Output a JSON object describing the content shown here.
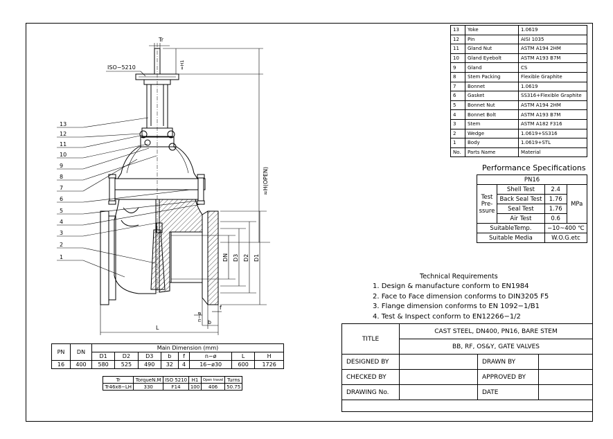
{
  "parts_table": {
    "rows": [
      {
        "no": "13",
        "name": "Yoke",
        "material": "1.0619"
      },
      {
        "no": "12",
        "name": "Pin",
        "material": "AISI 1035"
      },
      {
        "no": "11",
        "name": "Gland Nut",
        "material": "ASTM A194 2HM"
      },
      {
        "no": "10",
        "name": "Gland Eyebolt",
        "material": "ASTM A193 B7M"
      },
      {
        "no": "9",
        "name": "Gland",
        "material": "CS"
      },
      {
        "no": "8",
        "name": "Stem Packing",
        "material": "Flexible Graphite"
      },
      {
        "no": "7",
        "name": "Bonnet",
        "material": "1.0619"
      },
      {
        "no": "6",
        "name": "Gasket",
        "material": "SS316+Flexible Graphite"
      },
      {
        "no": "5",
        "name": "Bonnet Nut",
        "material": "ASTM A194 2HM"
      },
      {
        "no": "4",
        "name": "Bonnet Bolt",
        "material": "ASTM A193 B7M"
      },
      {
        "no": "3",
        "name": "Stem",
        "material": "ASTM A182 F316"
      },
      {
        "no": "2",
        "name": "Wedge",
        "material": "1.0619+SS316"
      },
      {
        "no": "1",
        "name": "Body",
        "material": "1.0619+STL"
      }
    ],
    "header": {
      "no": "No.",
      "name": "Parts Name",
      "material": "Material"
    }
  },
  "performance": {
    "title": "Performance Specifications",
    "rating": "PN16",
    "test_label": "Test Pre-ssure",
    "unit": "MPa",
    "tests": [
      {
        "name": "Shell Test",
        "value": "2.4"
      },
      {
        "name": "Back Seal Test",
        "value": "1.76"
      },
      {
        "name": "Seal Test",
        "value": "1.76"
      },
      {
        "name": "Air Test",
        "value": "0.6"
      }
    ],
    "temp_label": "SuitableTemp.",
    "temp_value": "−10~400 ℃",
    "media_label": "Suitable Media",
    "media_value": "W.O.G.etc"
  },
  "tech_requirements": {
    "title": "Technical Requirements",
    "items": [
      "1. Design & manufacture conform to EN1984",
      "2. Face to Face dimension conforms to DIN3205 F5",
      "3. Flange dimension conforms to EN 1092−1/B1",
      "4. Test & Inspect conform to EN12266−1/2"
    ]
  },
  "title_block": {
    "title_label": "TITLE",
    "title_line1": "CAST STEEL, DN400, PN16, BARE STEM",
    "title_line2": "BB, RF, OS&Y, GATE VALVES",
    "designed_by": "DESIGNED BY",
    "drawn_by": "DRAWN BY",
    "checked_by": "CHECKED  BY",
    "approved_by": "APPROVED BY",
    "drawing_no": "DRAWING No.",
    "date": "DATE"
  },
  "main_dimension": {
    "title": "Main Dimension (mm)",
    "pn_label": "PN",
    "dn_label": "DN",
    "columns": [
      "D1",
      "D2",
      "D3",
      "b",
      "f",
      "n−ø",
      "L",
      "H"
    ],
    "pn": "16",
    "dn": "400",
    "values": [
      "580",
      "525",
      "490",
      "32",
      "4",
      "16−ø30",
      "600",
      "1726"
    ]
  },
  "torque_table": {
    "headers": [
      "Tr",
      "TorqueN.M",
      "ISO 5210",
      "H1",
      "Open travel",
      "Turns"
    ],
    "values": [
      "Tr46x8−LH",
      "330",
      "F14",
      "100",
      "406",
      "50.75"
    ]
  },
  "drawing_labels": {
    "iso": "ISO−5210",
    "tr": "Tr",
    "h1": "≈H1",
    "h_open": "≈H(OPEN)",
    "dn": "DN",
    "d3": "D3",
    "d2": "D2",
    "d1": "D1",
    "n_phi": "n−ø",
    "f": "f",
    "b": "b",
    "l": "L",
    "callouts": [
      "13",
      "12",
      "11",
      "10",
      "9",
      "8",
      "7",
      "6",
      "5",
      "4",
      "3",
      "2",
      "1"
    ]
  }
}
